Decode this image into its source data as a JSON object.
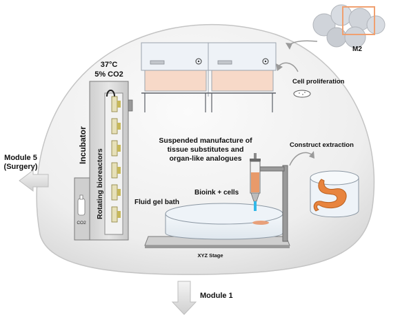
{
  "labels": {
    "temperature": "37°C",
    "co2_line": "5% CO2",
    "co2_small": "CO2",
    "incubator": "Incubator",
    "rotating_bioreactors": "Rotating bioreactors",
    "fluid_gel_bath": "Fluid gel bath",
    "suspended_line1": "Suspended manufacture of",
    "suspended_line2": "tissue substitutes and",
    "suspended_line3": "organ-like analogues",
    "bioink": "Bioink + cells",
    "construct_extraction": "Construct extraction",
    "cell_proliferation": "Cell proliferation",
    "xyz_stage": "XYZ Stage",
    "module5_line1": "Module 5",
    "module5_line2": "(Surgery)",
    "module1": "Module 1",
    "m2": "M2"
  },
  "colors": {
    "dome": "#ececec",
    "incubator": "#d8d8d8",
    "hood_panel": "#f7d9c8",
    "bioink": "#e89a6a",
    "nozzle": "#33b8e8",
    "organ": "#e8843e",
    "gel_bath": "#e8eef4",
    "highlight_box": "#f0a070"
  },
  "icons": [
    "biohazard-icon",
    "petri-dish-icon",
    "co2-cylinder-icon",
    "stomach-organ-icon",
    "syringe-icon",
    "arrow-left-icon",
    "arrow-down-icon"
  ]
}
